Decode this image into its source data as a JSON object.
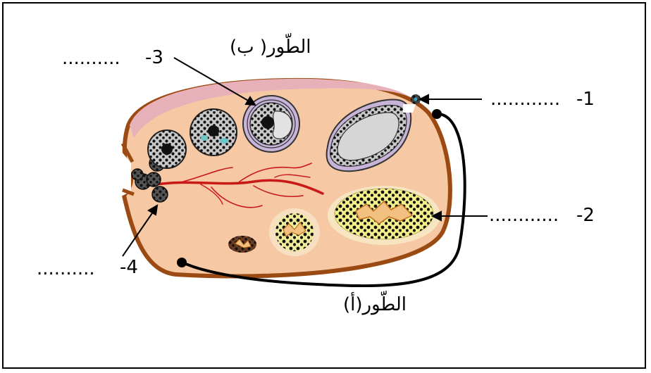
{
  "labels": {
    "stage_b": "الطّور( ب)",
    "stage_a": "الطّور(أ)",
    "num1": "-1",
    "num2": "-2",
    "num3": "-3",
    "num4": "-4",
    "blank1": "............",
    "blank2": "............",
    "blank3": "..........",
    "blank4": ".........."
  },
  "colors": {
    "ovary_fill": "#f6c8a4",
    "ovary_border": "#9a4a12",
    "epithelium": "#e8b0b8",
    "follicle_ring": "#c8b4d8",
    "antrum": "#d0d0d0",
    "corpus_luteum": "#f4f08a",
    "vessel": "#c81818"
  }
}
